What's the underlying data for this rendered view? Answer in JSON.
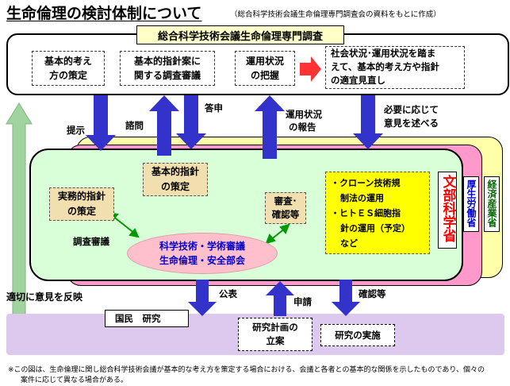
{
  "title": "生命倫理の検討体制について",
  "subtitle": "（総合科学技術会議生命倫理専門調査会の資料をもとに作成）",
  "council": "総合科学技術会議生命倫理専門調査",
  "top_boxes": {
    "b1_l1": "基本的考え",
    "b1_l2": "方の策定",
    "b2_l1": "基本的指針案に",
    "b2_l2": "関する調査審議",
    "b3_l1": "運用状況",
    "b3_l2": "の把握",
    "b4_l1": "社会状況･運用状況を踏ま",
    "b4_l2": "えて、基本的考え方や指針",
    "b4_l3": "の適宜見直し"
  },
  "flows": {
    "teiji": "提示",
    "shimon": "諮問",
    "toushin": "答申",
    "unyou_l1": "運用状況",
    "unyou_l2": "の報告",
    "hitsuyou_l1": "必要に応じて",
    "hitsuyou_l2": "意見を述べる",
    "tekisetsu": "適切に意見を反映",
    "kouhyou": "公表",
    "shinsei": "申請",
    "kakunin": "確認等"
  },
  "center": {
    "kihon_l1": "基本的指針",
    "kihon_l2": "の策定",
    "jitsumu_l1": "実務的指針",
    "jitsumu_l2": "の策定",
    "chousa": "調査審議",
    "shinsa_l1": "審査･",
    "shinsa_l2": "確認等",
    "ellipse_l1": "科学技術・学術審議",
    "ellipse_l2": "生命倫理・安全部会"
  },
  "yellow_box": {
    "item1_l1": "・クローン技術規",
    "item1_l2": "制法の運用",
    "item2_l1": "・ヒトＥＳ細胞指",
    "item2_l2": "針の運用（予定）",
    "nado": "など"
  },
  "ministries": {
    "monbu": "文部科学省",
    "kousei": "厚生労働省",
    "keizai": "経済産業省"
  },
  "bottom": {
    "kokumin": "国民　研究",
    "keikaku_l1": "研究計画の",
    "keikaku_l2": "立案",
    "jisshi": "研究の実施"
  },
  "note_l1": "※この図は、生命倫理に関し総合科学技術会議が基本的な考え方を策定する場合における、会議と各者との基本的な関係を示したものであり、個々の",
  "note_l2": "案件に応じて異なる場合がある。",
  "colors": {
    "arrow_blue": "#3333cc",
    "arrow_green": "#9fd49f",
    "green_panel": "#d9ffd9",
    "pink_panel": "#ff99cc",
    "yellow_panel": "#ffffaa",
    "bottom_band": "#ddc8ee",
    "red_arrow": "#ff3333"
  }
}
